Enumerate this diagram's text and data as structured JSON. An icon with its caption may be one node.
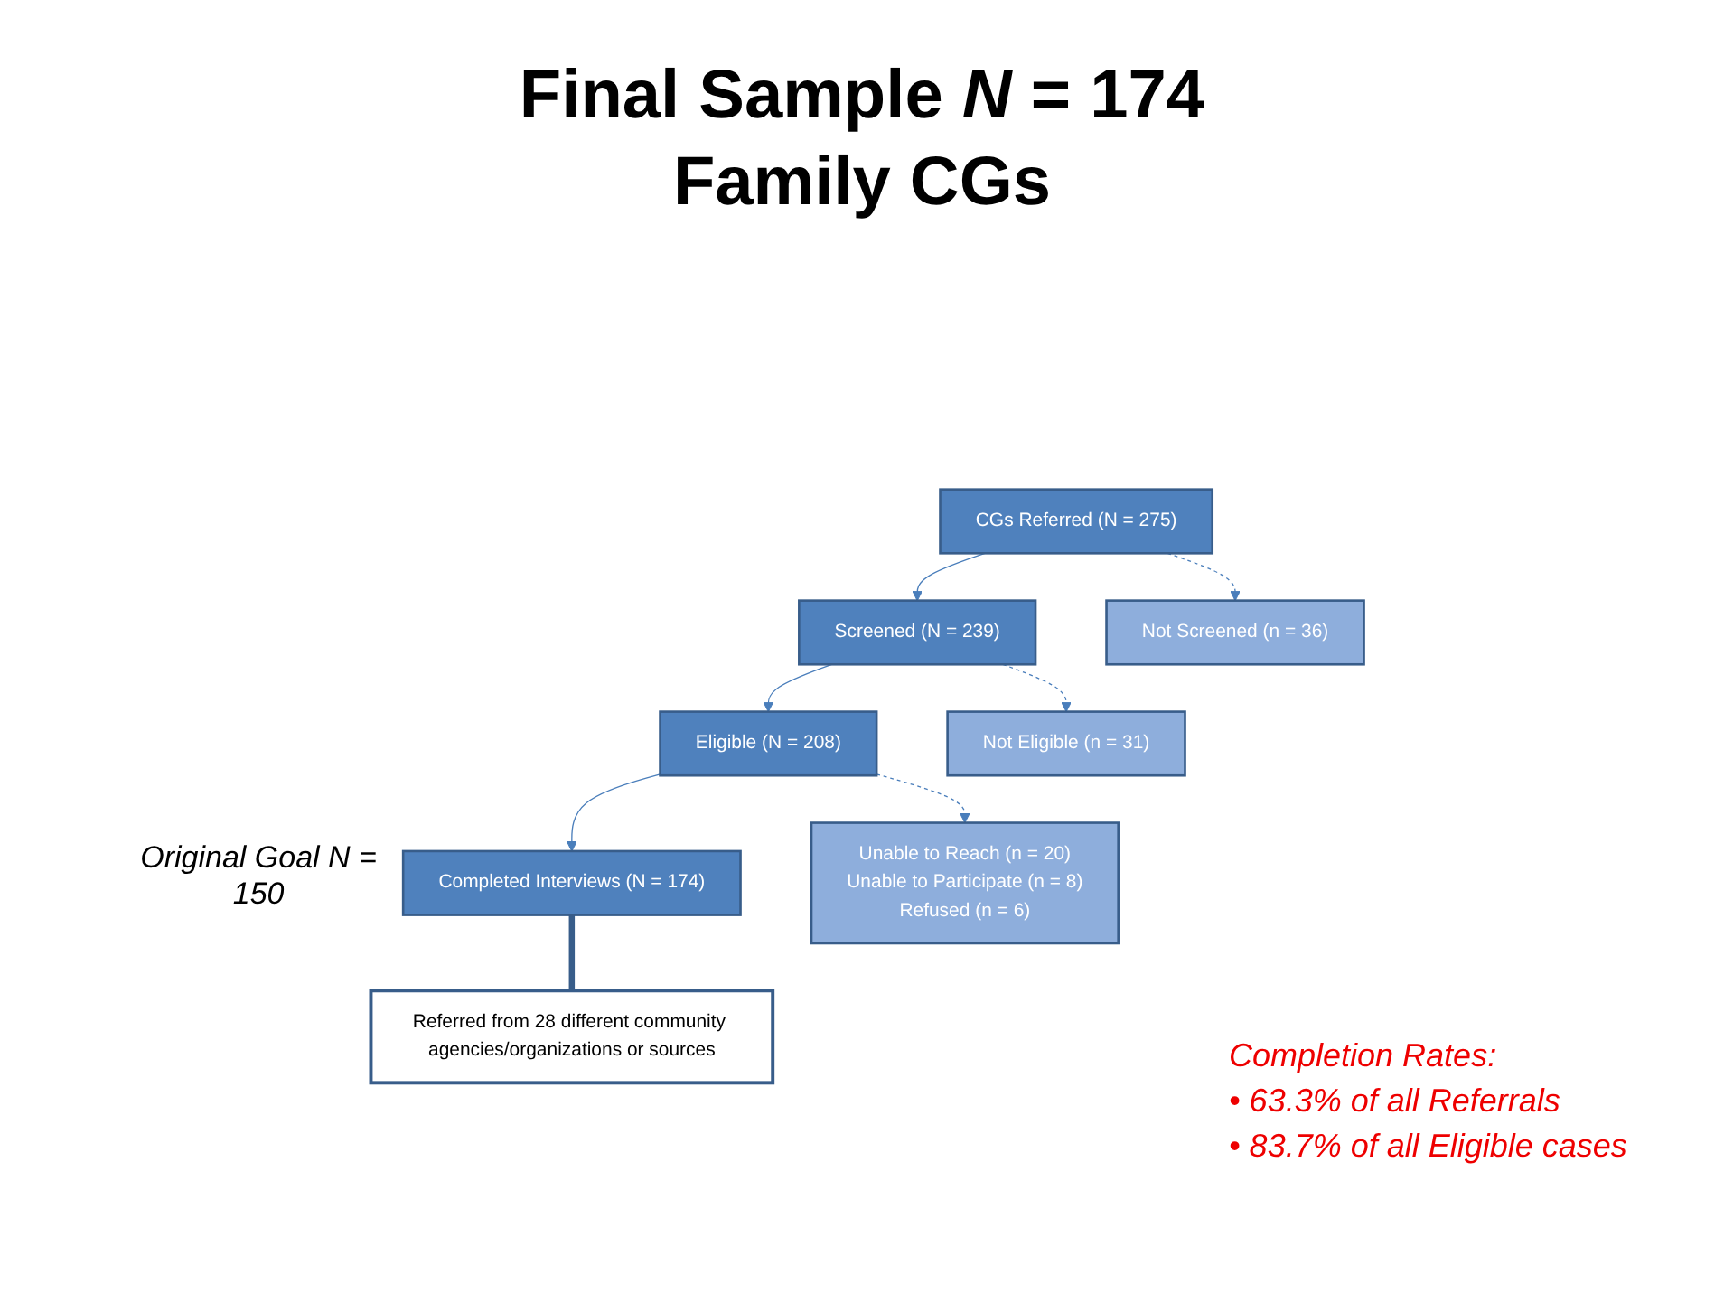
{
  "diagram": {
    "title": "Final Sample *N* = 174 Family CGs",
    "nodes": [
      {
        "text": [
          "CGs Referred (N = 275)"
        ]
      },
      {
        "text": [
          "Screened (N = 239)"
        ]
      },
      {
        "text": [
          "Eligible (N = 208)"
        ]
      },
      {
        "text": [
          "Completed Interviews (N = 174)"
        ],
        "beside": [
          "Original Goal N = 150"
        ]
      },
      {
        "text": [
          "Not Screened (n = 36)"
        ]
      },
      {
        "text": [
          "Not Eligible (n = 31)"
        ]
      },
      {
        "text": [
          "Unable to Reach (n = 20)",
          "Unable to Participate (n = 8)",
          "Refused (n = 6)"
        ]
      },
      {
        "text": [
          "Referred from 28 different community agencies/organizations or sources"
        ]
      }
    ],
    "edges": [
      {
        "from": 0,
        "to": 1,
        "arrow": "to"
      },
      {
        "from": 0,
        "to": 4,
        "arrow": "to",
        "style": "dashed"
      },
      {
        "from": 1,
        "to": 2,
        "arrow": "to"
      },
      {
        "from": 1,
        "to": 5,
        "arrow": "to",
        "style": "dashed"
      },
      {
        "from": 2,
        "to": 3,
        "arrow": "to"
      },
      {
        "from": 2,
        "to": 6,
        "arrow": "to",
        "style": "dashed"
      },
      {
        "from": 3,
        "to": 7,
        "arrow": "none",
        "style": "thick",
        "color": "#385d8a"
      }
    ],
    "labels": [
      "Completion Rates:",
      "•  63.3% of all Referrals",
      "•  83.7% of all Eligible cases"
    ]
  }
}
